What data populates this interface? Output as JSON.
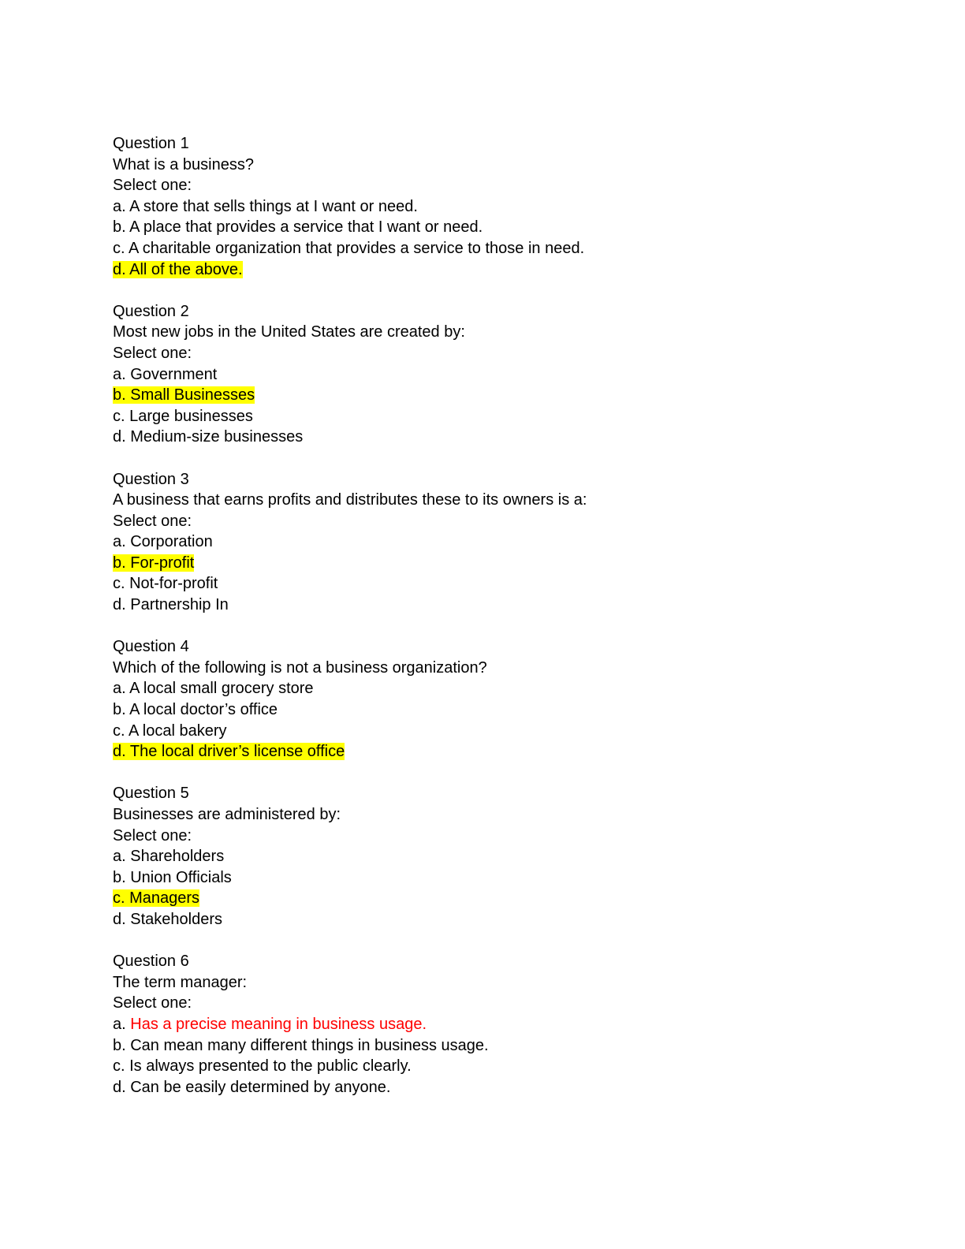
{
  "highlight_color": "#ffff00",
  "marked_color": "#ff0000",
  "questions": [
    {
      "title": "Question 1",
      "prompt": "What is a business?",
      "instruction": "Select one:",
      "options": [
        {
          "text": "a. A store that sells things at I want or need.",
          "style": "plain"
        },
        {
          "text": "b. A place that provides a service that I want or need.",
          "style": "plain"
        },
        {
          "text": "c. A charitable organization that provides a service to those in need.",
          "style": "plain"
        },
        {
          "text": "d. All of the above.",
          "style": "highlight"
        }
      ]
    },
    {
      "title": "Question 2",
      "prompt": "Most new jobs in the United States are created by:",
      "instruction": "Select one:",
      "options": [
        {
          "text": "a. Government",
          "style": "plain"
        },
        {
          "text": "b. Small Businesses",
          "style": "highlight"
        },
        {
          "text": "c. Large businesses",
          "style": "plain"
        },
        {
          "text": "d. Medium-size businesses",
          "style": "plain"
        }
      ]
    },
    {
      "title": "Question 3",
      "prompt": "A business that earns profits and distributes these to its owners is a:",
      "instruction": "Select one:",
      "options": [
        {
          "text": "a. Corporation",
          "style": "plain"
        },
        {
          "text": "b. For-profit",
          "style": "highlight"
        },
        {
          "text": "c. Not-for-profit",
          "style": "plain"
        },
        {
          "text": "d. Partnership In",
          "style": "plain"
        }
      ]
    },
    {
      "title": "Question 4",
      "prompt": "Which of the following is not a business organization?",
      "instruction": "",
      "options": [
        {
          "text": "a. A local small grocery store",
          "style": "plain"
        },
        {
          "text": "b. A local doctor’s office",
          "style": "plain"
        },
        {
          "text": "c. A local bakery",
          "style": "plain"
        },
        {
          "text": "d. The local driver’s license office",
          "style": "highlight"
        }
      ]
    },
    {
      "title": "Question 5",
      "prompt": "Businesses are administered by:",
      "instruction": "Select one:",
      "options": [
        {
          "text": "a. Shareholders",
          "style": "plain"
        },
        {
          "text": "b. Union Officials",
          "style": "plain"
        },
        {
          "text": "c. Managers",
          "style": "highlight"
        },
        {
          "text": "d. Stakeholders",
          "style": "plain"
        }
      ]
    },
    {
      "title": "Question 6",
      "prompt": "The term manager:",
      "instruction": "Select one:",
      "options": [
        {
          "text": "a. Has a precise meaning in business usage.",
          "style": "red",
          "prefix": "a. ",
          "rest": "Has a precise meaning in business usage."
        },
        {
          "text": "b. Can mean many different things in business usage.",
          "style": "plain"
        },
        {
          "text": "c. Is always presented to the public clearly.",
          "style": "plain"
        },
        {
          "text": "d. Can be easily determined by anyone.",
          "style": "plain"
        }
      ]
    }
  ]
}
